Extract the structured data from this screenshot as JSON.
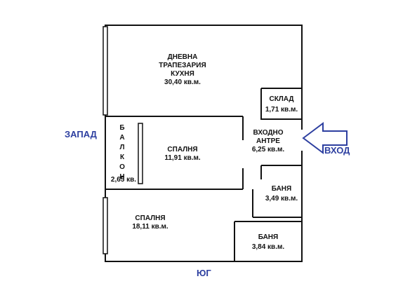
{
  "rooms": {
    "living": {
      "line1": "ДНЕВНА",
      "line2": "ТРАПЕЗАРИЯ",
      "line3": "КУХНЯ",
      "area": "30,40 кв.м."
    },
    "storage": {
      "name": "СКЛАД",
      "area": "1,71 кв.м."
    },
    "entrance": {
      "line1": "ВХОДНО",
      "line2": "АНТРЕ",
      "area": "6,25 кв.м."
    },
    "bedroom1": {
      "name": "СПАЛНЯ",
      "area": "11,91 кв.м."
    },
    "balcony": {
      "letters": [
        "Б",
        "А",
        "Л",
        "К",
        "О",
        "Н"
      ],
      "area": "2,65 кв."
    },
    "bath1": {
      "name": "БАНЯ",
      "area": "3,49 кв.м."
    },
    "bedroom2": {
      "name": "СПАЛНЯ",
      "area": "18,11 кв.м."
    },
    "bath2": {
      "name": "БАНЯ",
      "area": "3,84 кв.м."
    }
  },
  "compass": {
    "west": "ЗАПАД",
    "south": "ЮГ",
    "entry": "ВХОД"
  },
  "colors": {
    "wall": "#111111",
    "compass": "#2d3fa0",
    "arrow": "#2d3fa0"
  }
}
